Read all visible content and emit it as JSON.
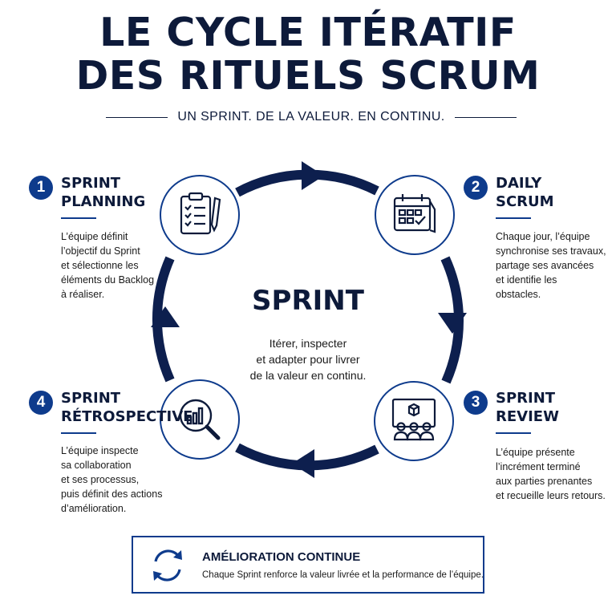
{
  "header": {
    "title_line1": "LE CYCLE ITÉRATIF",
    "title_line2": "DES RITUELS SCRUM",
    "subtitle": "UN SPRINT. DE LA VALEUR. EN CONTINU."
  },
  "center": {
    "title": "SPRINT",
    "text_lines": [
      "Itérer, inspecter",
      "et adapter pour livrer",
      "de la valeur en continu."
    ]
  },
  "steps": [
    {
      "number": "1",
      "title_lines": [
        "SPRINT",
        "PLANNING"
      ],
      "icon": "clipboard-checklist-icon",
      "desc_lines": [
        "L’équipe définit",
        "l’objectif du Sprint",
        "et sélectionne les",
        "éléments du Backlog",
        "à réaliser."
      ]
    },
    {
      "number": "2",
      "title_lines": [
        "DAILY",
        "SCRUM"
      ],
      "icon": "calendar-icon",
      "desc_lines": [
        "Chaque jour, l’équipe",
        "synchronise ses travaux,",
        "partage ses avancées",
        "et identifie les",
        "obstacles."
      ]
    },
    {
      "number": "3",
      "title_lines": [
        "SPRINT",
        "REVIEW"
      ],
      "icon": "presentation-team-icon",
      "desc_lines": [
        "L’équipe présente",
        "l’incrément terminé",
        "aux parties prenantes",
        "et recueille leurs retours."
      ]
    },
    {
      "number": "4",
      "title_lines": [
        "SPRINT",
        "RÉTROSPECTIVE"
      ],
      "icon": "magnifier-chart-icon",
      "desc_lines": [
        "L’équipe inspecte",
        "sa collaboration",
        "et ses processus,",
        "puis définit des actions",
        "d’amélioration."
      ]
    }
  ],
  "footer": {
    "title": "AMÉLIORATION CONTINUE",
    "text": "Chaque Sprint renforce la valeur livrée et la performance de l’équipe.",
    "icon": "cycle-arrows-icon"
  },
  "colors": {
    "navy": "#0d1a3a",
    "accent": "#0e3b8c",
    "ring": "#0d1f4e"
  }
}
